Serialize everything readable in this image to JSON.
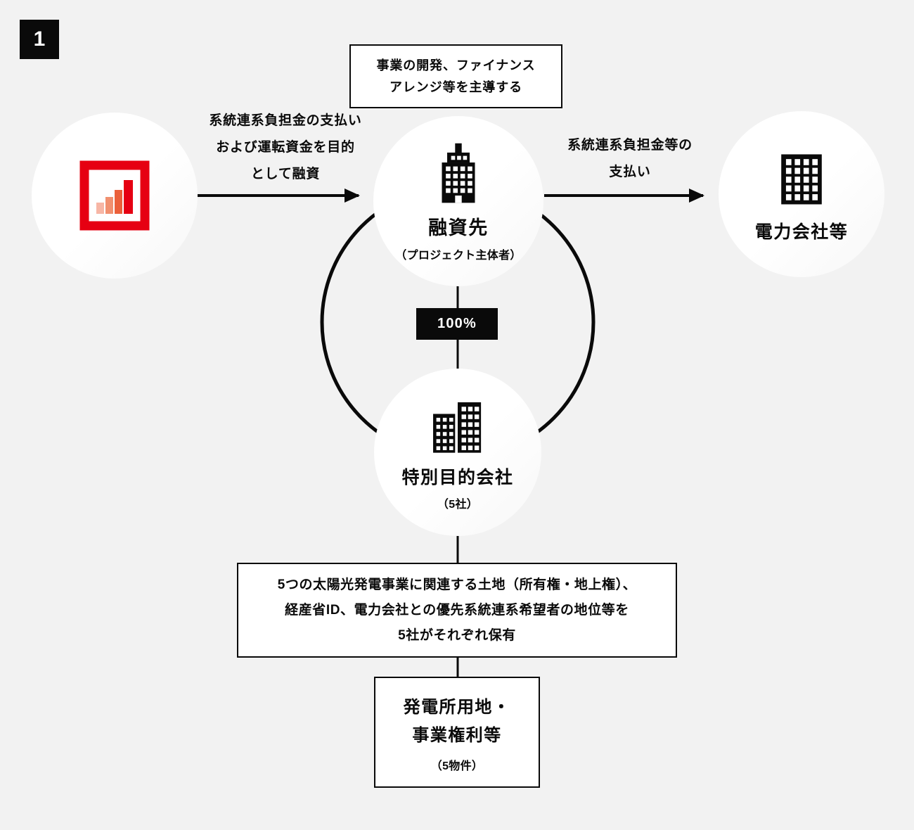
{
  "page": {
    "figure_number": "1"
  },
  "colors": {
    "background": "#f2f2f2",
    "ink": "#0a0a0a",
    "logo_red": "#e60012",
    "logo_bars": [
      "#f7b6a5",
      "#f1906f",
      "#eb603a",
      "#e60012"
    ]
  },
  "top_note": {
    "lines": [
      "事業の開発、ファイナンス",
      "アレンジ等を主導する"
    ]
  },
  "lender": {
    "icon": "bar-chart-logo-icon"
  },
  "borrower": {
    "title": "融資先",
    "subtitle": "（プロジェクト主体者）",
    "icon": "office-building-icon"
  },
  "power_company": {
    "title": "電力会社等",
    "icon": "power-company-building-icon"
  },
  "spc": {
    "title": "特別目的会社",
    "subtitle": "（5社）",
    "icon": "two-buildings-icon"
  },
  "loan_arrow": {
    "lines": [
      "系統連系負担金の支払い",
      "および運転資金を目的",
      "として融資"
    ]
  },
  "payment_arrow": {
    "lines": [
      "系統連系負担金等の",
      "支払い"
    ]
  },
  "ownership_label": "100%",
  "assets_note": {
    "lines": [
      "5つの太陽光発電事業に関連する土地（所有権・地上権）、",
      "経産省ID、電力会社との優先系統連系希望者の地位等を",
      "5社がそれぞれ保有"
    ]
  },
  "asset_box": {
    "title_lines": [
      "発電所用地・",
      "事業権利等"
    ],
    "subtitle": "（5物件）"
  }
}
